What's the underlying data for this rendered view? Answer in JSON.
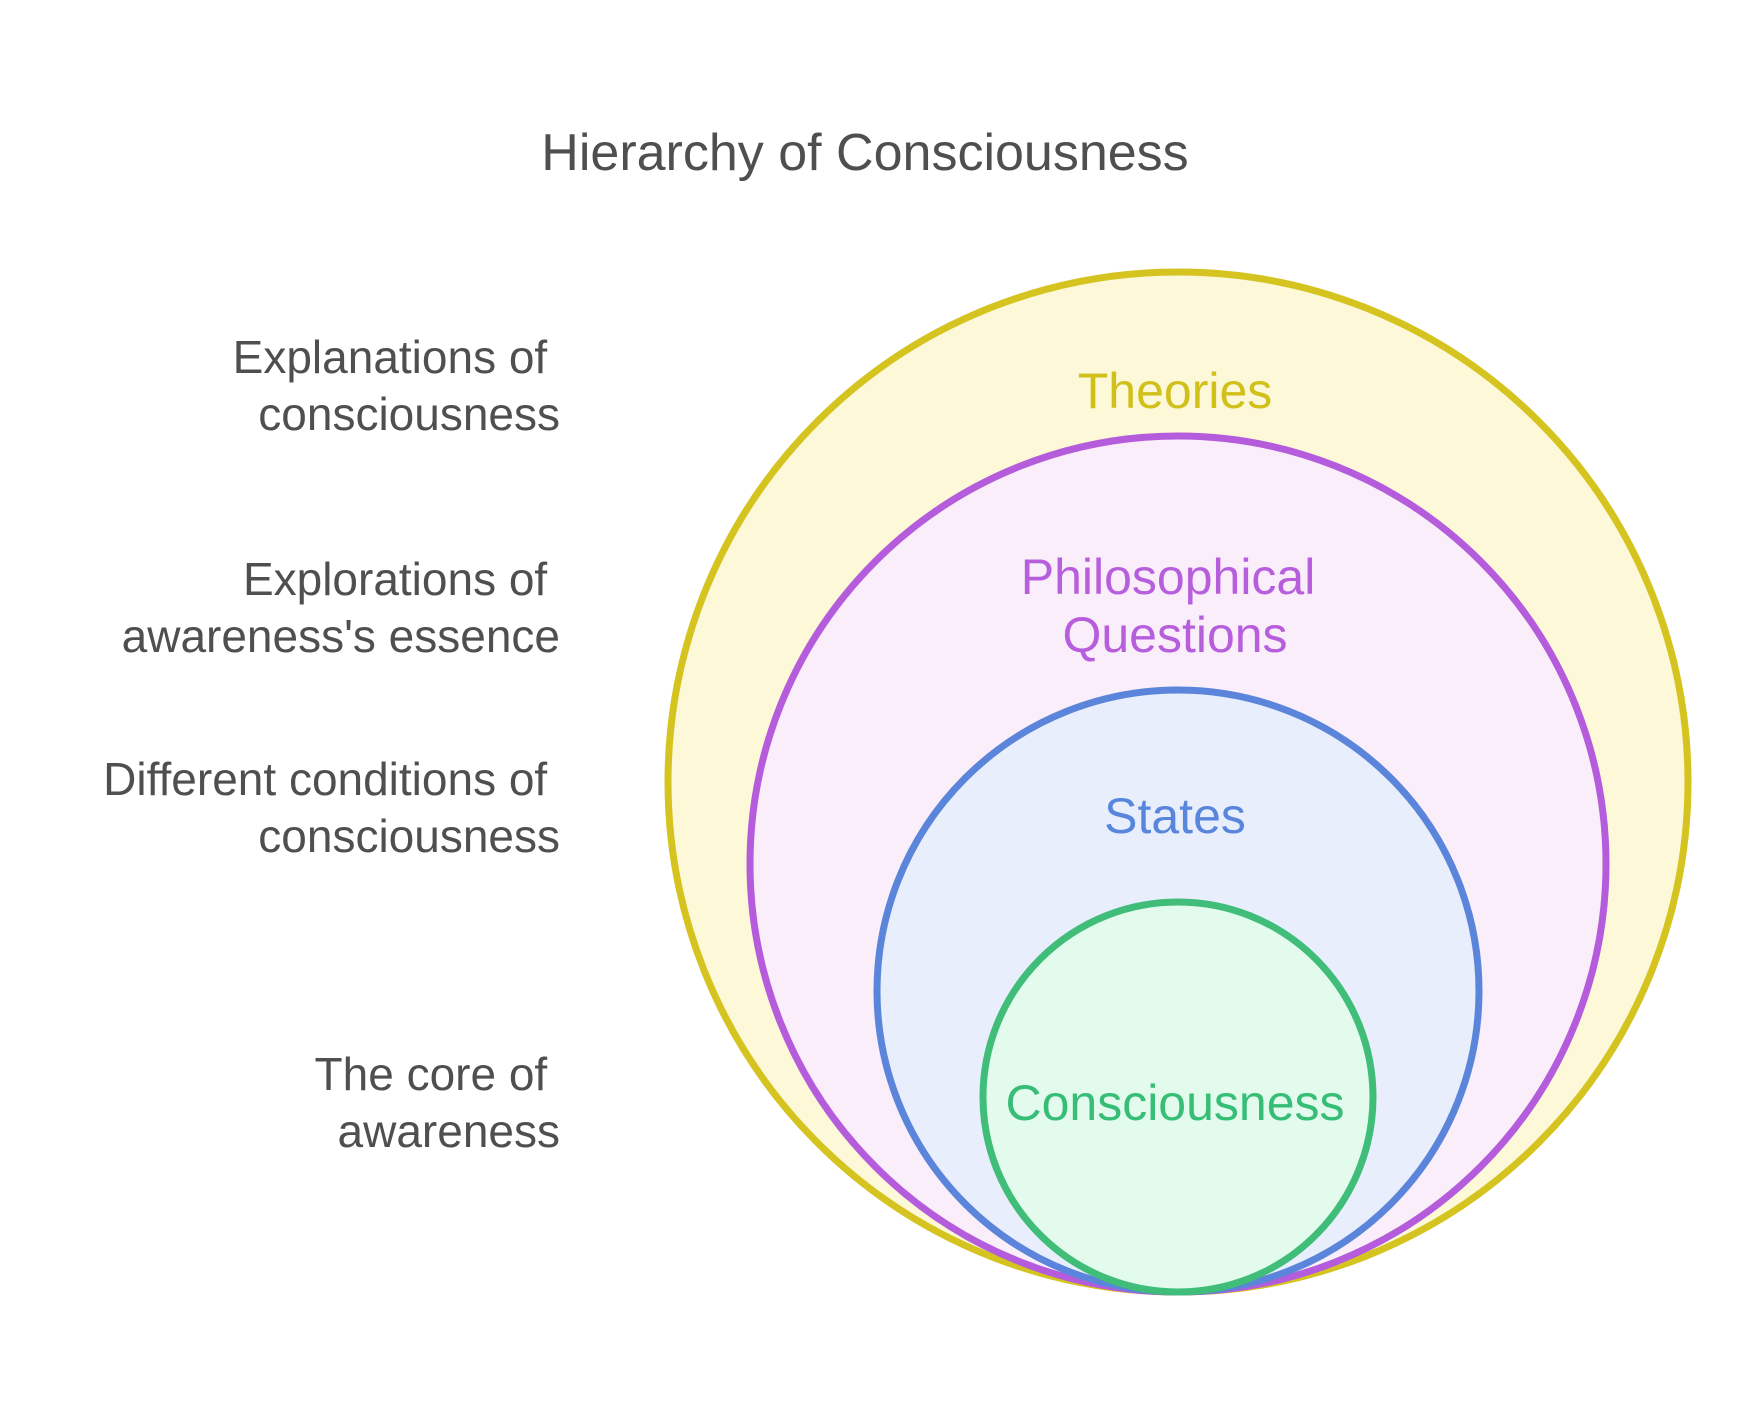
{
  "title": "Hierarchy of Consciousness",
  "colors": {
    "background": "#ffffff",
    "heading_text": "#4f4f4f",
    "side_label_text": "#4f4f4f"
  },
  "rings": [
    {
      "id": "theories",
      "label": "Theories",
      "fill": "#fcf8d8",
      "stroke": "#d5c31f",
      "label_color": "#d2c01a",
      "side_note_lines": [
        "Explanations of",
        "consciousness"
      ]
    },
    {
      "id": "philosophical-questions",
      "label": "Philosophical Questions",
      "label_lines": [
        "Philosophical",
        "Questions"
      ],
      "fill": "#faeefb",
      "stroke": "#b45cdb",
      "label_color": "#b75edd",
      "side_note_lines": [
        "Explorations of",
        "awareness's essence"
      ]
    },
    {
      "id": "states",
      "label": "States",
      "fill": "#e8eefb",
      "stroke": "#5b85da",
      "label_color": "#5886dc",
      "side_note_lines": [
        "Different conditions of",
        "consciousness"
      ]
    },
    {
      "id": "consciousness",
      "label": "Consciousness",
      "fill": "#e3fbed",
      "stroke": "#41bd7a",
      "label_color": "#36bd76",
      "side_note_lines": [
        "The core of",
        "awareness"
      ]
    }
  ]
}
